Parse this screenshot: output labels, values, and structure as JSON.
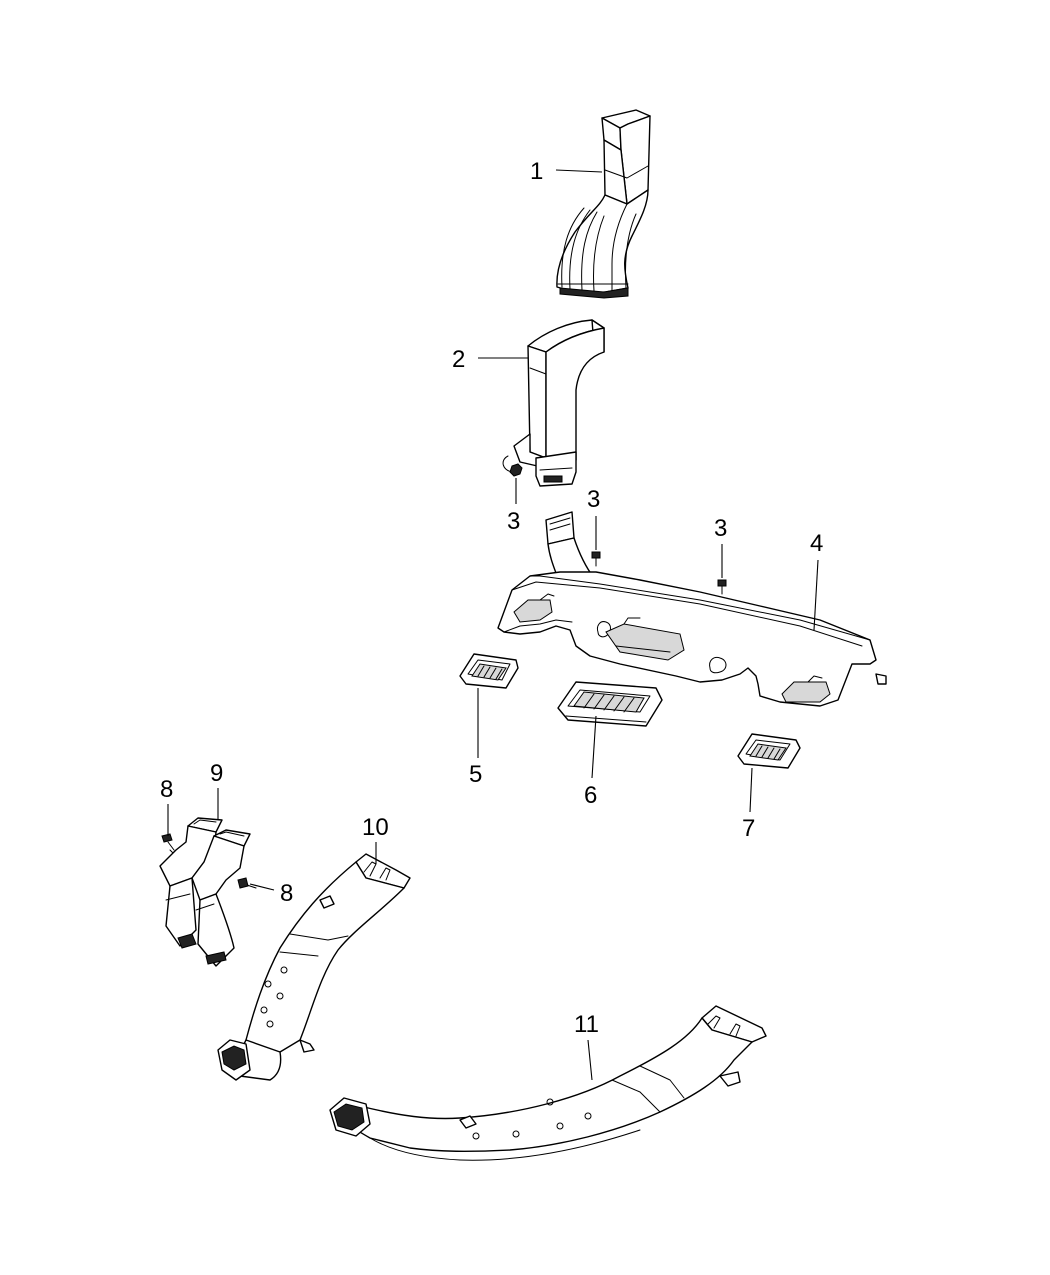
{
  "callouts": [
    {
      "id": "c1",
      "label": "1"
    },
    {
      "id": "c2",
      "label": "2"
    },
    {
      "id": "c3a",
      "label": "3"
    },
    {
      "id": "c3b",
      "label": "3"
    },
    {
      "id": "c3c",
      "label": "3"
    },
    {
      "id": "c4",
      "label": "4"
    },
    {
      "id": "c5",
      "label": "5"
    },
    {
      "id": "c6",
      "label": "6"
    },
    {
      "id": "c7",
      "label": "7"
    },
    {
      "id": "c8a",
      "label": "8"
    },
    {
      "id": "c8b",
      "label": "8"
    },
    {
      "id": "c9",
      "label": "9"
    },
    {
      "id": "c10",
      "label": "10"
    },
    {
      "id": "c11",
      "label": "11"
    }
  ]
}
